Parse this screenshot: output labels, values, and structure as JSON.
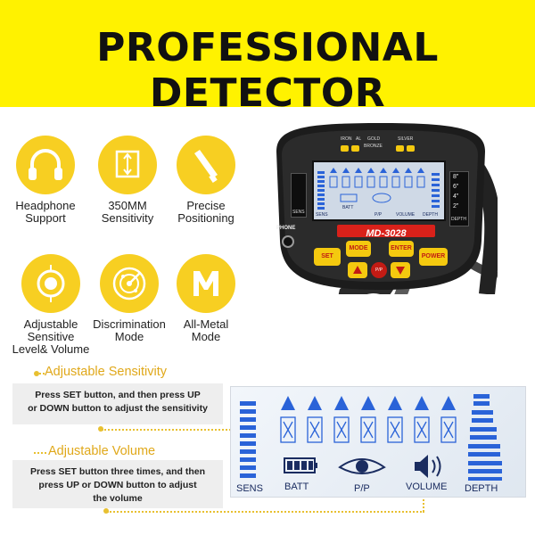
{
  "banner": {
    "title": "PROFESSIONAL DETECTOR"
  },
  "features": [
    {
      "label": "Headphone\nSupport",
      "icon": "headphone-icon"
    },
    {
      "label": "350MM\nSensitivity",
      "icon": "depth-icon"
    },
    {
      "label": "Precise\nPositioning",
      "icon": "pinpoint-icon"
    },
    {
      "label": "Adjustable\nSensitive\nLevel& Volume",
      "icon": "target-icon"
    },
    {
      "label": "Discrimination\nMode",
      "icon": "radar-icon"
    },
    {
      "label": "All-Metal\nMode",
      "icon": "letter-m-icon"
    }
  ],
  "device": {
    "model": "MD-3028",
    "phone_label": "PHONE",
    "top_labels": {
      "iron": "IRON",
      "al": "AL",
      "gold": "GOLD",
      "bronze": "BRONZE",
      "silver": "SILVER"
    },
    "buttons": {
      "set": "SET",
      "mode": "MODE",
      "enter": "ENTER",
      "power": "POWER",
      "pp": "P/P"
    },
    "lcd_labels": [
      "SENS",
      "BATT",
      "P/P",
      "VOLUME",
      "DEPTH"
    ],
    "depth_marks": [
      "8\"",
      "6\"",
      "4\"",
      "2\""
    ],
    "side_labels": {
      "sens": "SENS",
      "depth": "DEPTH"
    }
  },
  "sensitivity": {
    "title": "Adjustable Sensitivity",
    "text": "Press SET button, and then  press UP\nor DOWN button to adjust the sensitivity"
  },
  "volume": {
    "title": "Adjustable Volume",
    "text": "Press SET button three times, and then\npress UP or DOWN button to adjust\nthe volume"
  },
  "lcd": {
    "labels": {
      "sens": "SENS",
      "batt": "BATT",
      "pp": "P/P",
      "volume": "VOLUME",
      "depth": "DEPTH"
    }
  },
  "colors": {
    "banner": "#fff200",
    "icon_yellow": "#f7cf22",
    "lcd_blue": "#2a63d8",
    "accent_title": "#e0a81a"
  }
}
